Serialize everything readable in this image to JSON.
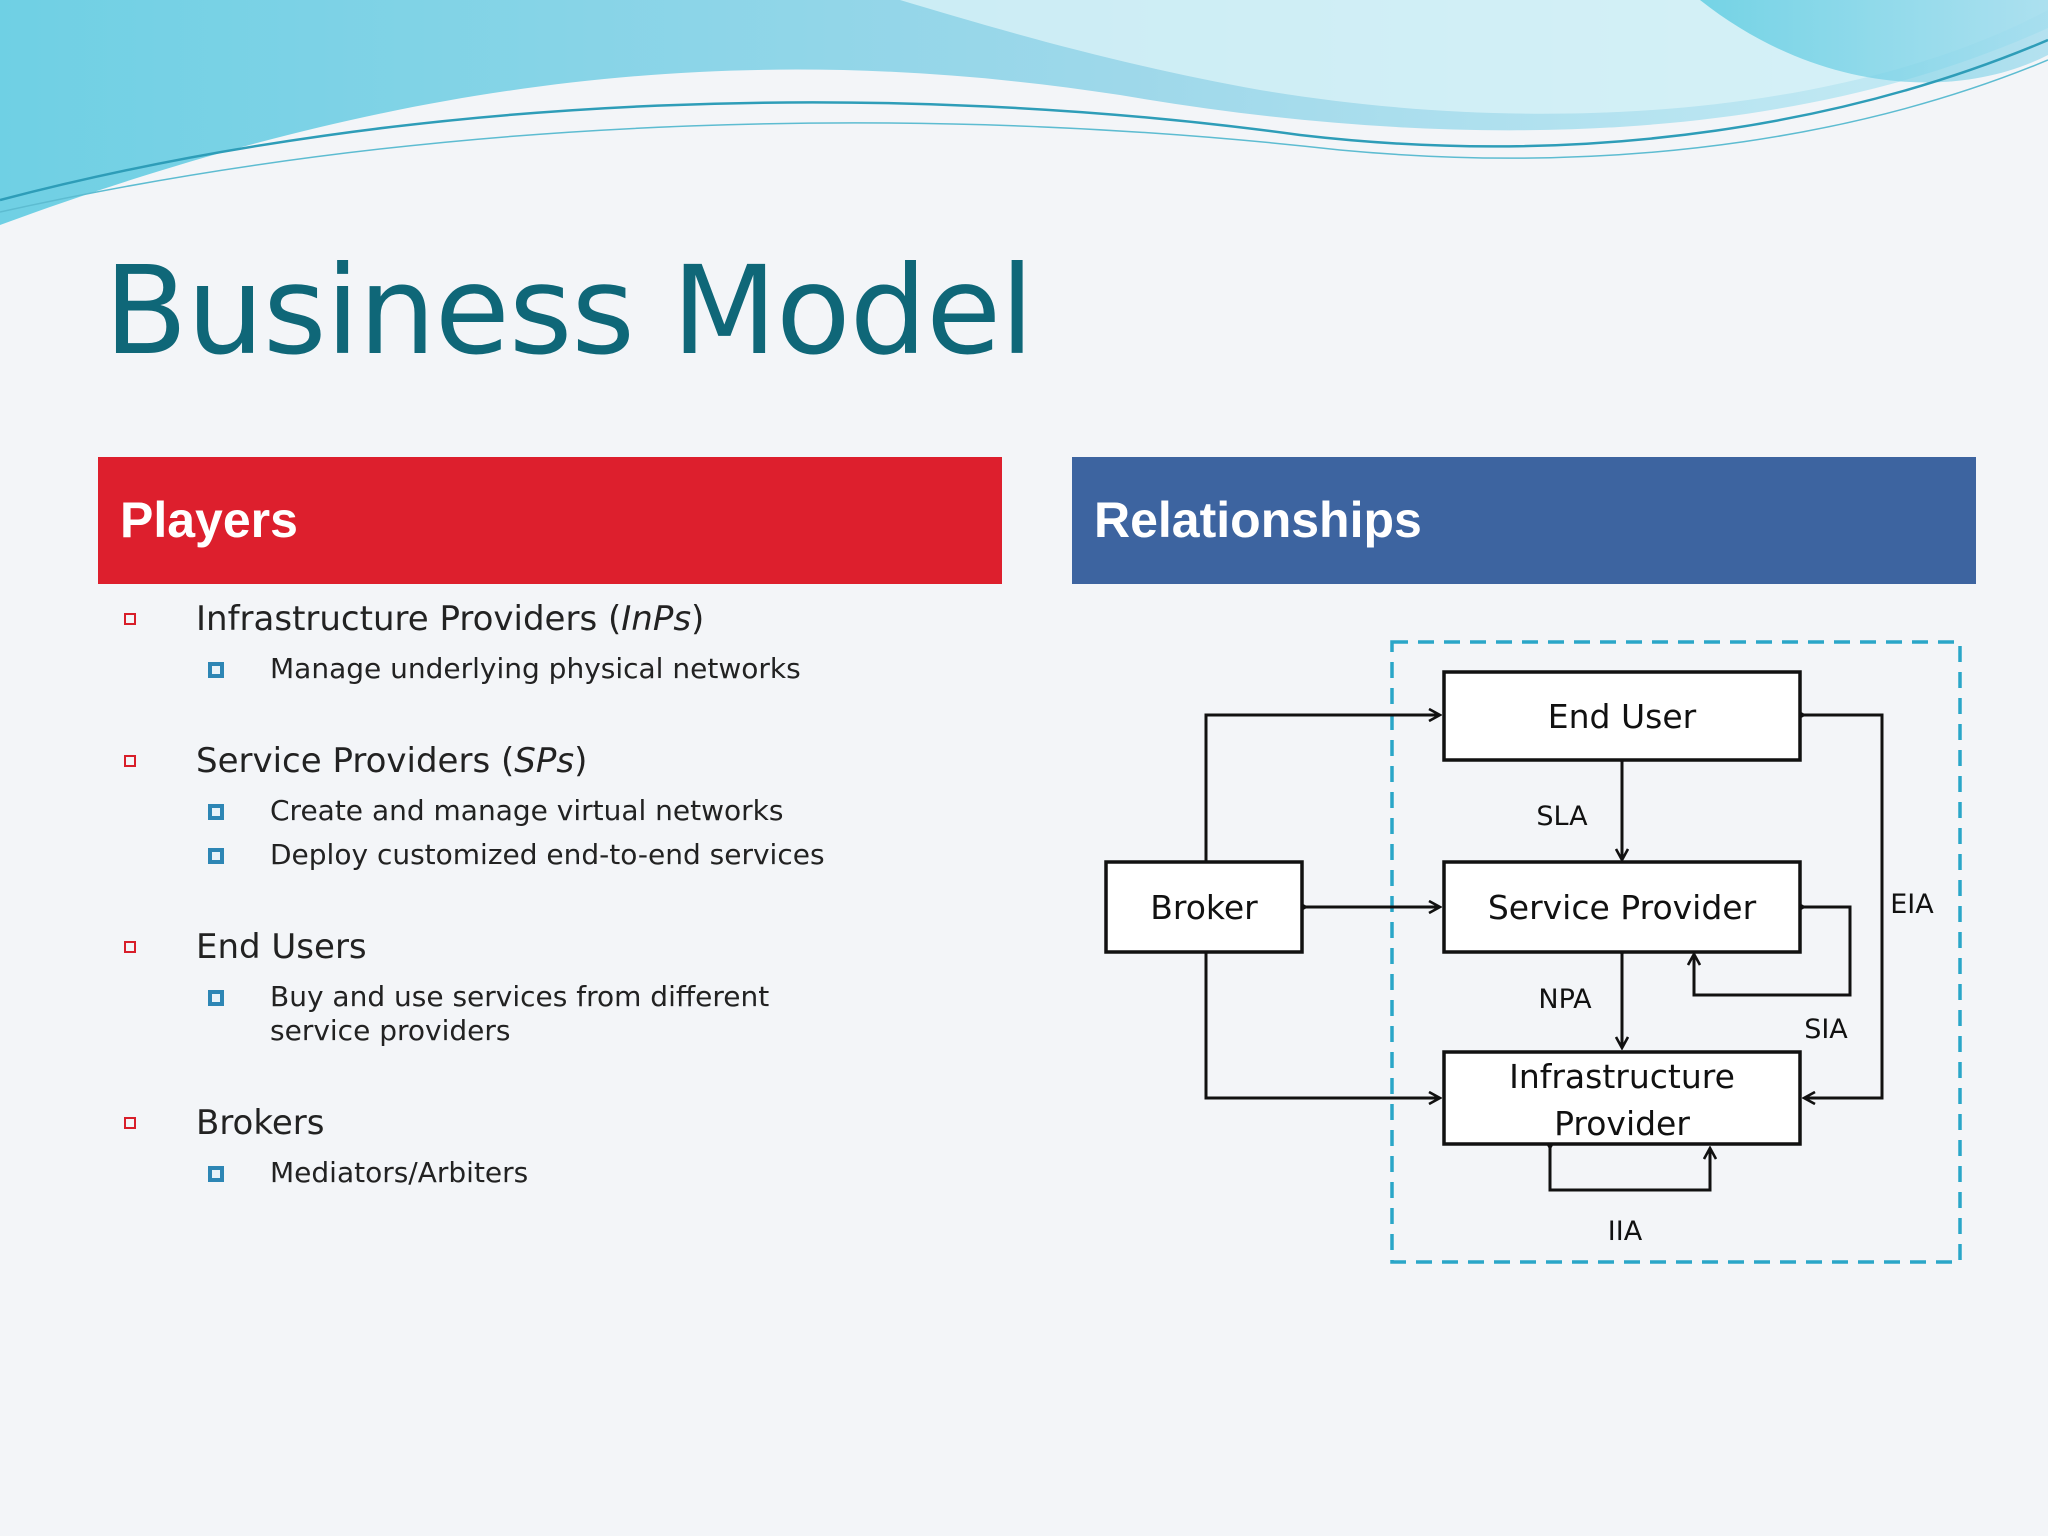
{
  "slide": {
    "title": "Business Model"
  },
  "players": {
    "header": "Players",
    "items": [
      {
        "label": "Infrastructure Providers",
        "abbr": "InPs",
        "subs": [
          "Manage underlying physical networks"
        ]
      },
      {
        "label": "Service Providers",
        "abbr": "SPs",
        "subs": [
          "Create and manage virtual networks",
          "Deploy customized end-to-end services"
        ]
      },
      {
        "label": "End Users",
        "subs": [
          "Buy and use services from different service providers"
        ]
      },
      {
        "label": "Brokers",
        "subs": [
          "Mediators/Arbiters"
        ]
      }
    ]
  },
  "relationships": {
    "header": "Relationships",
    "nodes": {
      "end_user": "End User",
      "service_provider": "Service Provider",
      "broker": "Broker",
      "infra_line1": "Infrastructure",
      "infra_line2": "Provider"
    },
    "labels": {
      "sla": "SLA",
      "npa": "NPA",
      "eia": "EIA",
      "sia": "SIA",
      "iia": "IIA"
    },
    "colors": {
      "boundary": "#2aa6c8",
      "lines": "#111111"
    }
  }
}
